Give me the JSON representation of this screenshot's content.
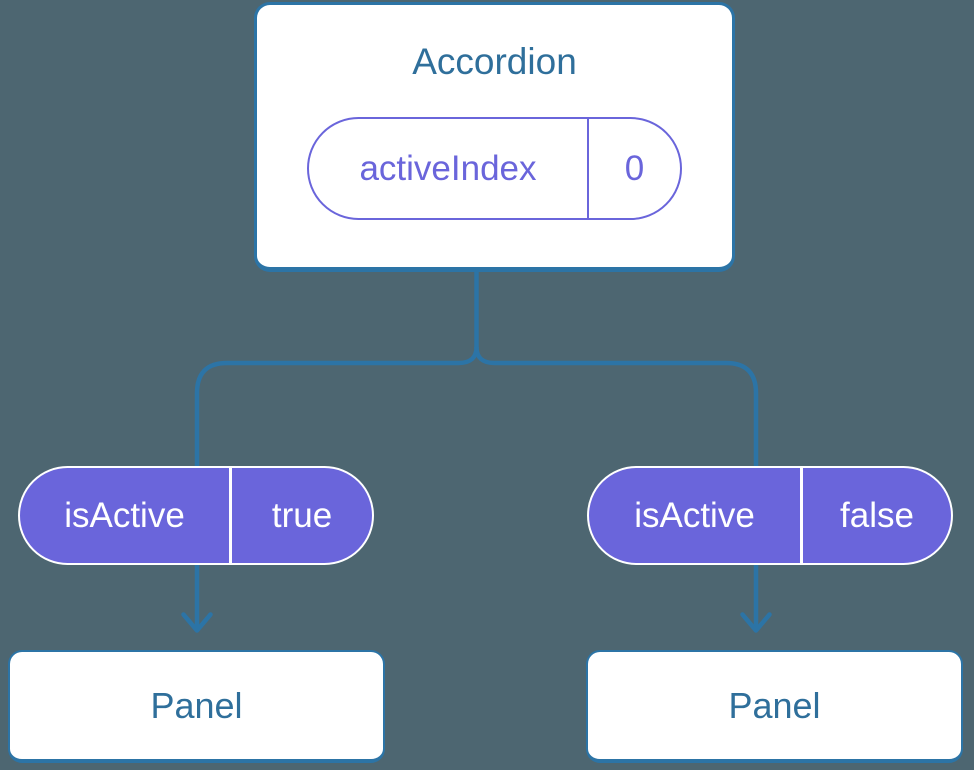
{
  "colors": {
    "background": "#4D6671",
    "line": "#2C74A6",
    "heading": "#2F6F9B",
    "purple": "#6A65DB",
    "pill_text_light": "#FFFFFF"
  },
  "tree": {
    "root": {
      "title": "Accordion",
      "prop": {
        "name": "activeIndex",
        "value": "0"
      }
    },
    "children": [
      {
        "prop": {
          "name": "isActive",
          "value": "true"
        },
        "panel_label": "Panel"
      },
      {
        "prop": {
          "name": "isActive",
          "value": "false"
        },
        "panel_label": "Panel"
      }
    ]
  }
}
